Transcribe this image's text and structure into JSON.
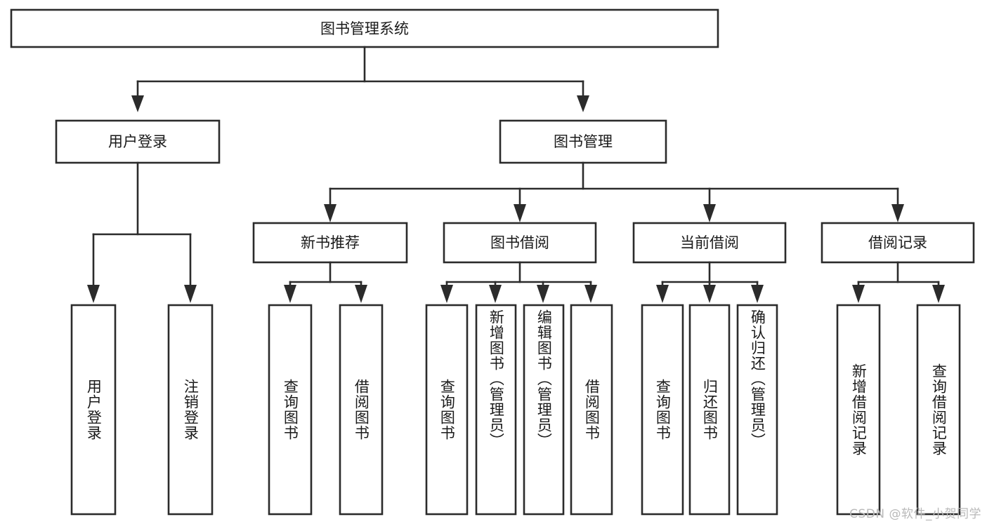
{
  "diagram": {
    "title": "图书管理系统",
    "type": "hierarchy-tree",
    "root": {
      "id": "root",
      "label": "图书管理系统"
    },
    "level2": [
      {
        "id": "user-login",
        "label": "用户登录"
      },
      {
        "id": "book-manage",
        "label": "图书管理"
      }
    ],
    "level3": [
      {
        "id": "new-book-rec",
        "label": "新书推荐",
        "parent": "book-manage"
      },
      {
        "id": "book-borrow",
        "label": "图书借阅",
        "parent": "book-manage"
      },
      {
        "id": "current-borrow",
        "label": "当前借阅",
        "parent": "book-manage"
      },
      {
        "id": "borrow-record",
        "label": "借阅记录",
        "parent": "book-manage"
      }
    ],
    "leaves": {
      "user-login": [
        {
          "id": "leaf-user-login",
          "label": "用户登录"
        },
        {
          "id": "leaf-user-logout",
          "label": "注销登录"
        }
      ],
      "new-book-rec": [
        {
          "id": "leaf-query-book-1",
          "label": "查询图书"
        },
        {
          "id": "leaf-borrow-book-1",
          "label": "借阅图书"
        }
      ],
      "book-borrow": [
        {
          "id": "leaf-query-book-2",
          "label": "查询图书"
        },
        {
          "id": "leaf-add-book",
          "label": "新增图书（管理员）"
        },
        {
          "id": "leaf-edit-book",
          "label": "编辑图书（管理员）"
        },
        {
          "id": "leaf-borrow-book-2",
          "label": "借阅图书"
        }
      ],
      "current-borrow": [
        {
          "id": "leaf-query-book-3",
          "label": "查询图书"
        },
        {
          "id": "leaf-return-book",
          "label": "归还图书"
        },
        {
          "id": "leaf-confirm-return",
          "label": "确认归还（管理员）"
        }
      ],
      "borrow-record": [
        {
          "id": "leaf-add-record",
          "label": "新增借阅记录"
        },
        {
          "id": "leaf-query-record",
          "label": "查询借阅记录"
        }
      ]
    },
    "colors": {
      "box_stroke": "#2b2b2b",
      "box_fill": "#ffffff",
      "connector": "#2b2b2b",
      "text": "#1a1a1a",
      "watermark": "#b9b9b9",
      "canvas": "#ffffff"
    }
  },
  "watermark": {
    "text": "CSDN @软件_小贺同学"
  }
}
